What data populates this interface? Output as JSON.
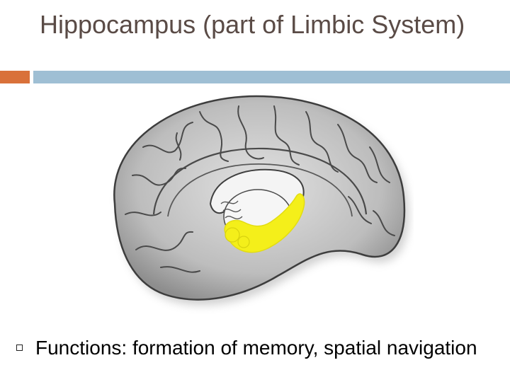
{
  "slide": {
    "title": "Hippocampus (part of Limbic System)",
    "bullets": [
      {
        "text": "Functions: formation of memory, spatial navigation"
      }
    ]
  },
  "colors": {
    "title_text": "#5a4b46",
    "accent_orange": "#d9713a",
    "accent_blue": "#9fbfd4",
    "hippocampus_highlight": "#f4ef1a",
    "brain_gray": "#b9b9b9"
  },
  "icons": {
    "bullet": "hollow-square"
  }
}
